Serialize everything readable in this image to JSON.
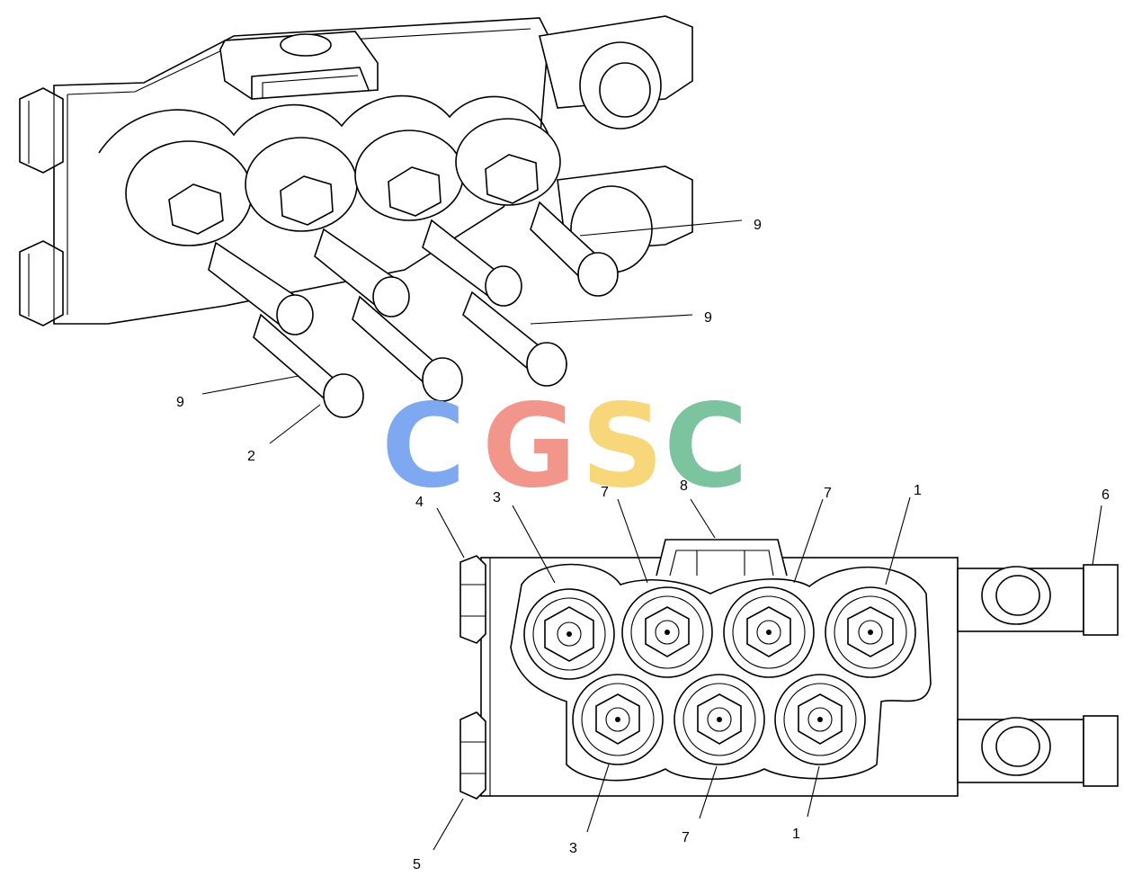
{
  "watermark": {
    "letters": [
      {
        "char": "C",
        "color": "#7ea8f0"
      },
      {
        "char": "G",
        "color": "#f2958a"
      },
      {
        "char": "S",
        "color": "#f8d77a"
      },
      {
        "char": "C",
        "color": "#7cc39f"
      }
    ]
  },
  "callouts": {
    "c9_top": "9",
    "c9_mid": "9",
    "c9_left": "9",
    "c2": "2",
    "c4": "4",
    "c3_top": "3",
    "c7_top_left": "7",
    "c8": "8",
    "c7_top_right": "7",
    "c1_top": "1",
    "c6": "6",
    "c5": "5",
    "c3_bottom": "3",
    "c7_bottom": "7",
    "c1_bottom": "1"
  }
}
